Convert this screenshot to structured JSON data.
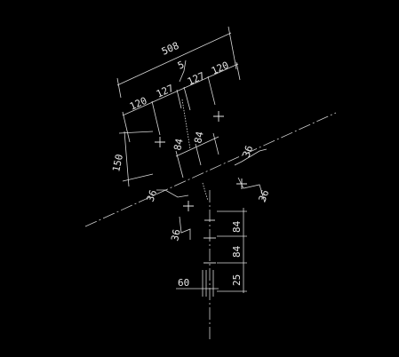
{
  "dimensions": {
    "overall_top": "508",
    "gap": "5",
    "seg_120_left": "120",
    "seg_127_left": "127",
    "seg_127_right": "127",
    "seg_120_right": "120",
    "pitch_84_a": "84",
    "pitch_84_b": "84",
    "left_150": "150",
    "weld_36_right": "36",
    "weld_36_right_low": "36",
    "weld_36_left": "36",
    "weld_36_left_low": "36",
    "vert_84_a": "84",
    "vert_84_b": "84",
    "vert_25": "25",
    "plate_60": "60"
  },
  "colors": {
    "background": "#000000",
    "lines": "#d9d9d9"
  }
}
